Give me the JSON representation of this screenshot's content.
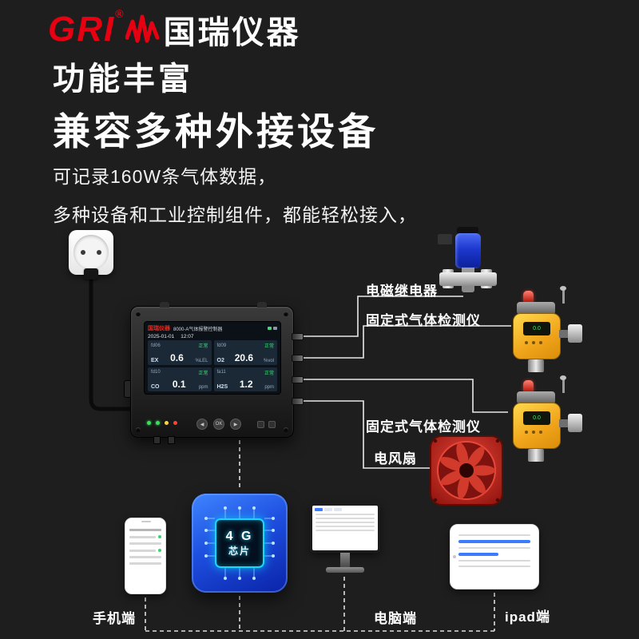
{
  "logo": {
    "brand": "GRI",
    "reg": "®",
    "company": "国瑞仪器"
  },
  "headline": {
    "line1": "功能丰富",
    "line2": "兼容多种外接设备"
  },
  "description": {
    "line1": "可记录160W条气体数据，",
    "line2": "多种设备和工业控制组件，都能轻松接入，"
  },
  "controller": {
    "screen_brand": "国瑞仪器",
    "screen_model": "8000-A气体报警控制器",
    "date": "2025-01-01",
    "time": "12:07",
    "btn_left": "◀",
    "btn_ok": "OK",
    "btn_right": "▶",
    "channels": [
      {
        "id": "fd06",
        "status": "正常",
        "gas": "EX",
        "value": "0.6",
        "unit": "%LEL"
      },
      {
        "id": "fd09",
        "status": "正常",
        "gas": "O2",
        "value": "20.6",
        "unit": "%vol"
      },
      {
        "id": "fd10",
        "status": "正常",
        "gas": "CO",
        "value": "0.1",
        "unit": "ppm"
      },
      {
        "id": "fa11",
        "status": "正常",
        "gas": "H2S",
        "value": "1.2",
        "unit": "ppm"
      }
    ]
  },
  "detector_screen_value": "0.0",
  "peripherals": {
    "relay": "电磁继电器",
    "detector_top": "固定式气体检测仪",
    "detector_bottom": "固定式气体检测仪",
    "fan": "电风扇"
  },
  "chip": {
    "line1": "4 G",
    "line2": "芯片"
  },
  "endpoints": {
    "phone": "手机端",
    "pc": "电脑端",
    "tablet": "ipad端"
  },
  "colors": {
    "accent_red": "#e60012",
    "chip_blue": "#1e4fe0",
    "background": "#1e1e1e",
    "status_green": "#3ddb76"
  }
}
